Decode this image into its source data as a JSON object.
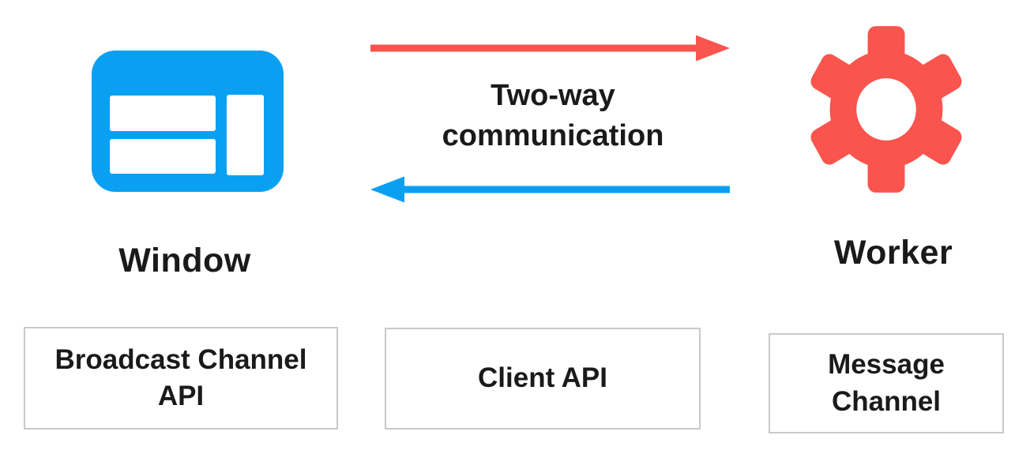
{
  "colors": {
    "blue": "#0aa0f2",
    "red": "#f9544d",
    "text": "#1a1a1a",
    "box_border": "#c9c9c9",
    "background": "#ffffff"
  },
  "nodes": {
    "window": {
      "label": "Window",
      "icon": "browser-window-icon"
    },
    "worker": {
      "label": "Worker",
      "icon": "gear-icon"
    }
  },
  "communication": {
    "label": "Two-way communication",
    "top_arrow": {
      "icon": "arrow-right-icon",
      "direction": "window-to-worker"
    },
    "bottom_arrow": {
      "icon": "arrow-left-icon",
      "direction": "worker-to-window"
    }
  },
  "api_boxes": [
    {
      "label": "Broadcast Channel API"
    },
    {
      "label": "Client API"
    },
    {
      "label": "Message Channel"
    }
  ]
}
